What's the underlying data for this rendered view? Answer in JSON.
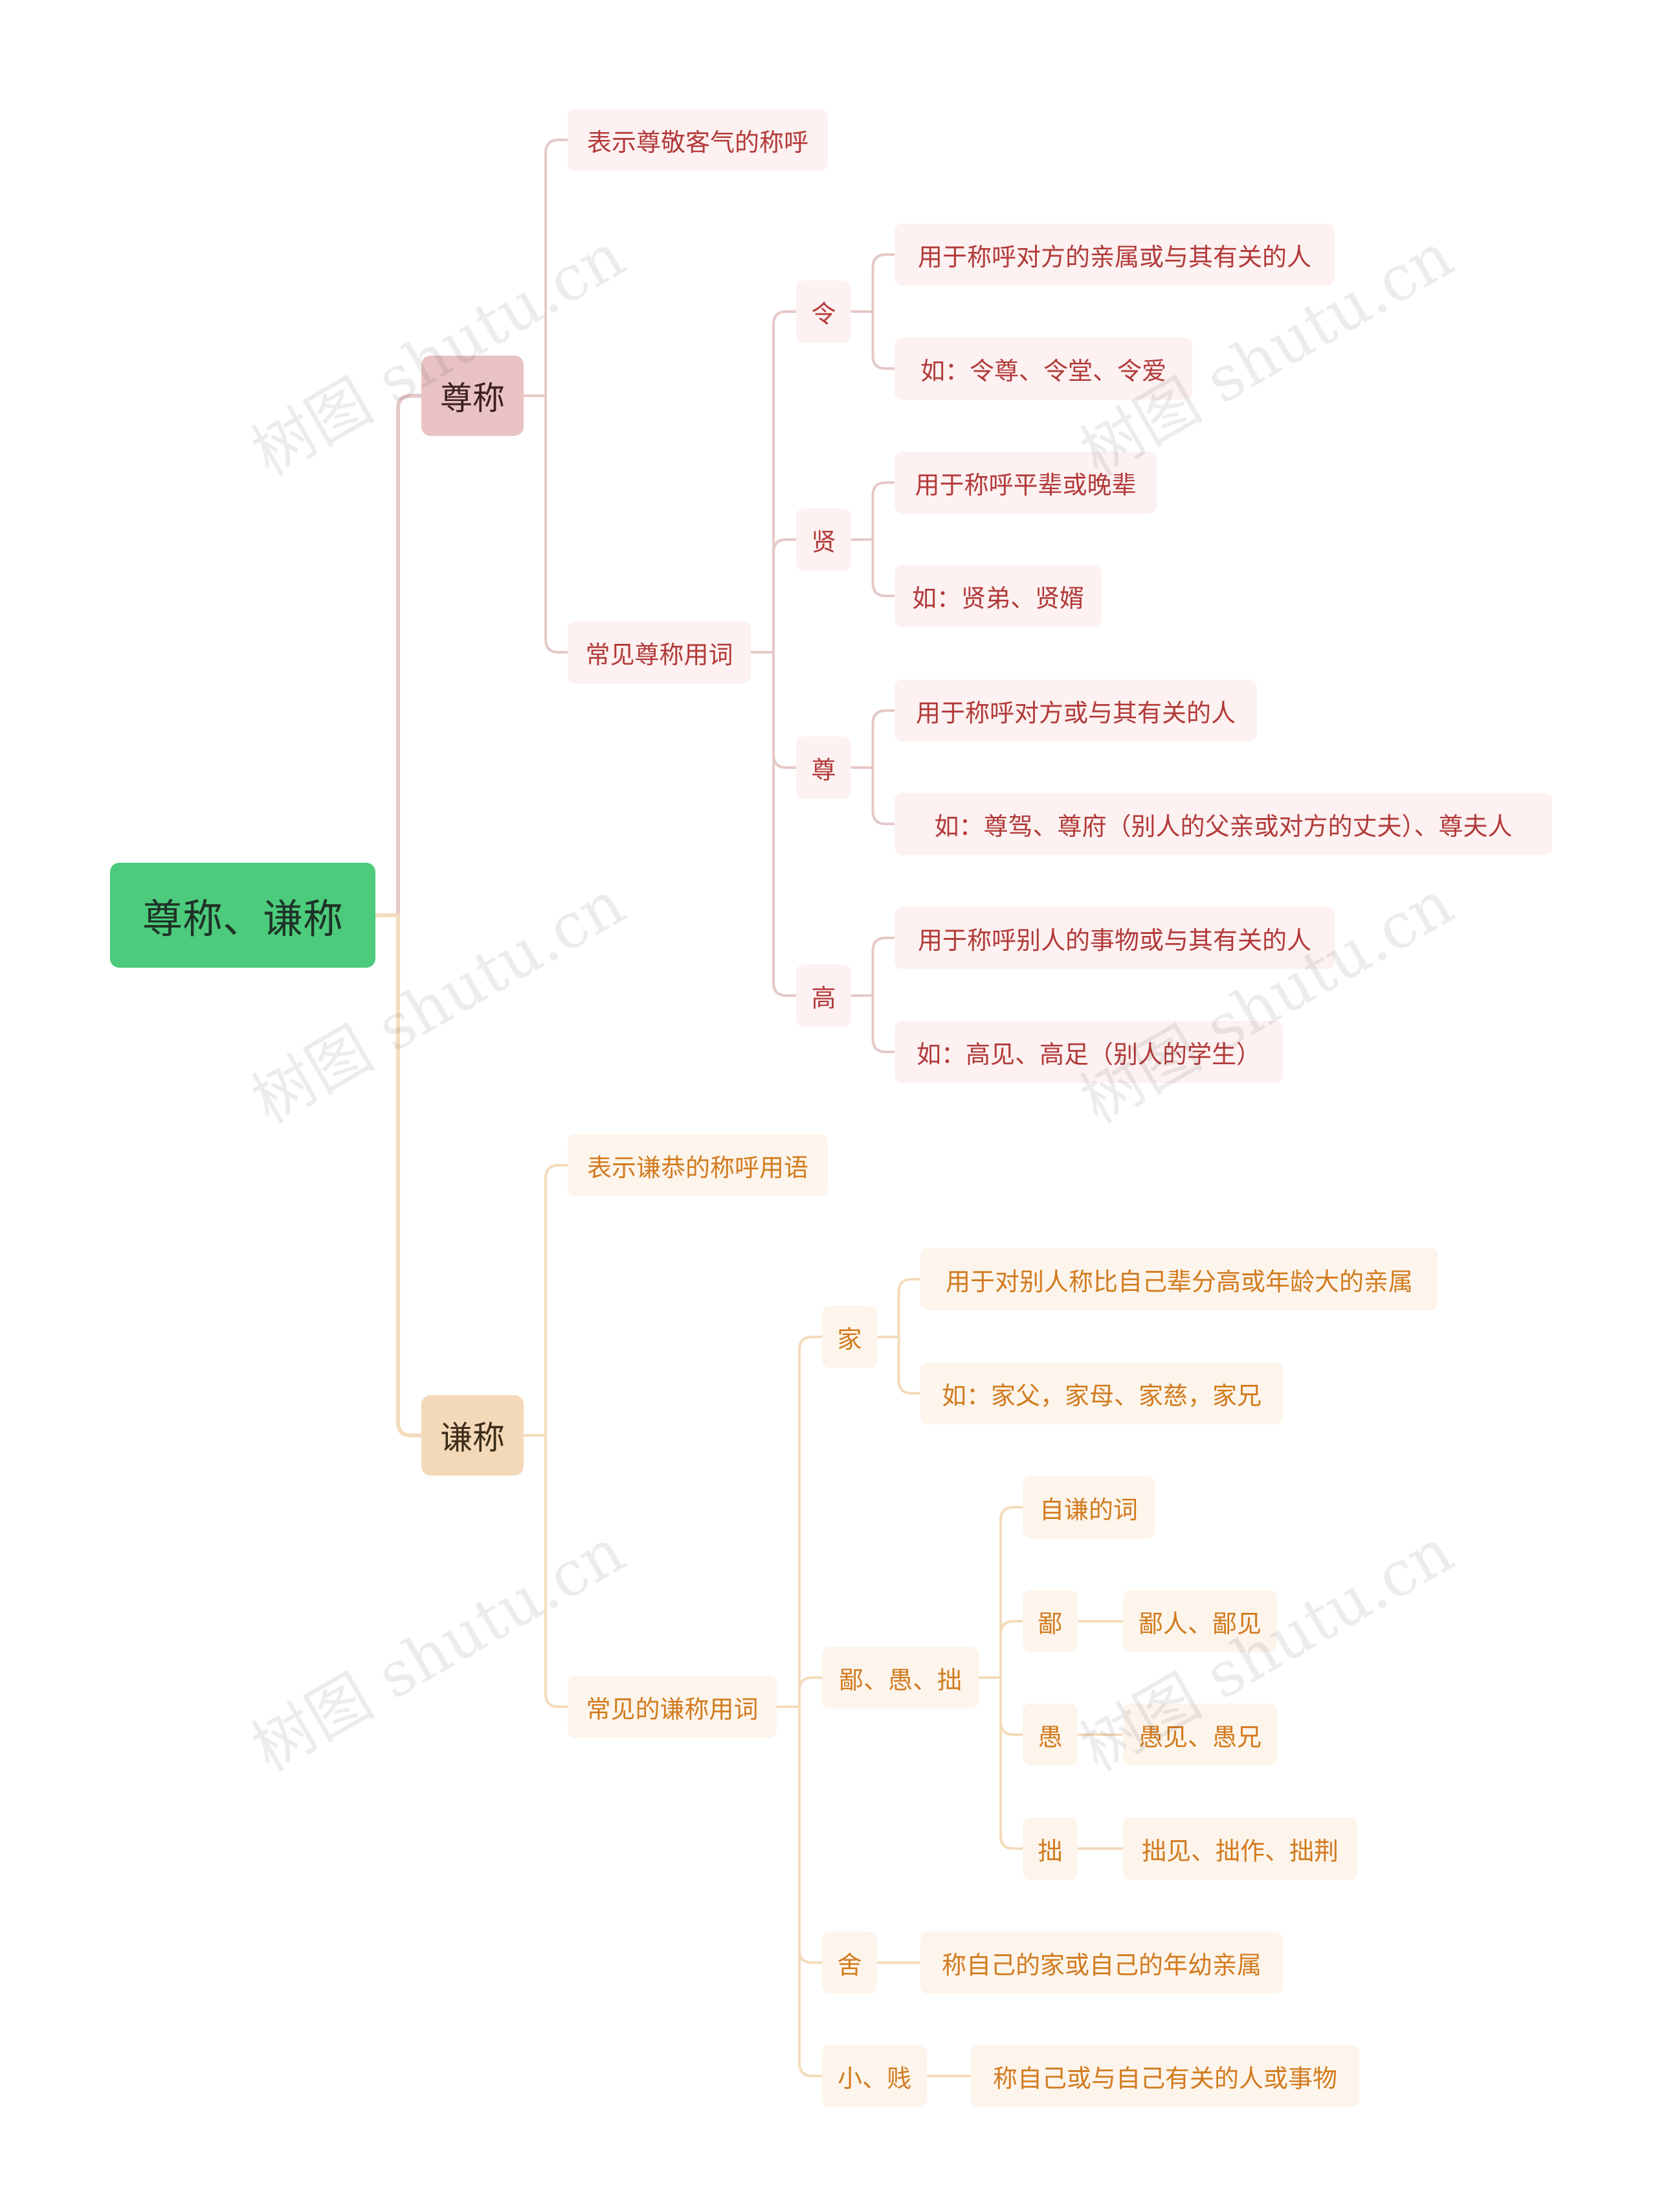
{
  "watermark": "树图 shutu.cn",
  "colors": {
    "root": "#4ccb7c",
    "red_branch": "#e6c9c9",
    "yellow_branch": "#f3dcbc"
  },
  "mindmap": {
    "root": "尊称、谦称",
    "zunchen": {
      "label": "尊称",
      "definition": "表示尊敬客气的称呼",
      "common": "常见尊称用词",
      "ling": {
        "label": "令",
        "usage": "用于称呼对方的亲属或与其有关的人",
        "example": "如：令尊、令堂、令爱"
      },
      "xian": {
        "label": "贤",
        "usage": "用于称呼平辈或晚辈",
        "example": "如：贤弟、贤婿"
      },
      "zun": {
        "label": "尊",
        "usage": "用于称呼对方或与其有关的人",
        "example": "如：尊驾、尊府（别人的父亲或对方的丈夫）、尊夫人"
      },
      "gao": {
        "label": "高",
        "usage": "用于称呼别人的事物或与其有关的人",
        "example": "如：高见、高足（别人的学生）"
      }
    },
    "qianchen": {
      "label": "谦称",
      "definition": "表示谦恭的称呼用语",
      "common": "常见的谦称用词",
      "jia": {
        "label": "家",
        "usage": "用于对别人称比自己辈分高或年龄大的亲属",
        "example": "如：家父，家母、家慈，家兄"
      },
      "biyuzhuo": {
        "label": "鄙、愚、拙",
        "self": "自谦的词",
        "bi": {
          "label": "鄙",
          "example": "鄙人、鄙见"
        },
        "yu": {
          "label": "愚",
          "example": "愚见、愚兄"
        },
        "zhuo": {
          "label": "拙",
          "example": "拙见、拙作、拙荆"
        }
      },
      "she": {
        "label": "舍",
        "usage": "称自己的家或自己的年幼亲属"
      },
      "xiaojian": {
        "label": "小、贱",
        "usage": "称自己或与自己有关的人或事物"
      }
    }
  }
}
